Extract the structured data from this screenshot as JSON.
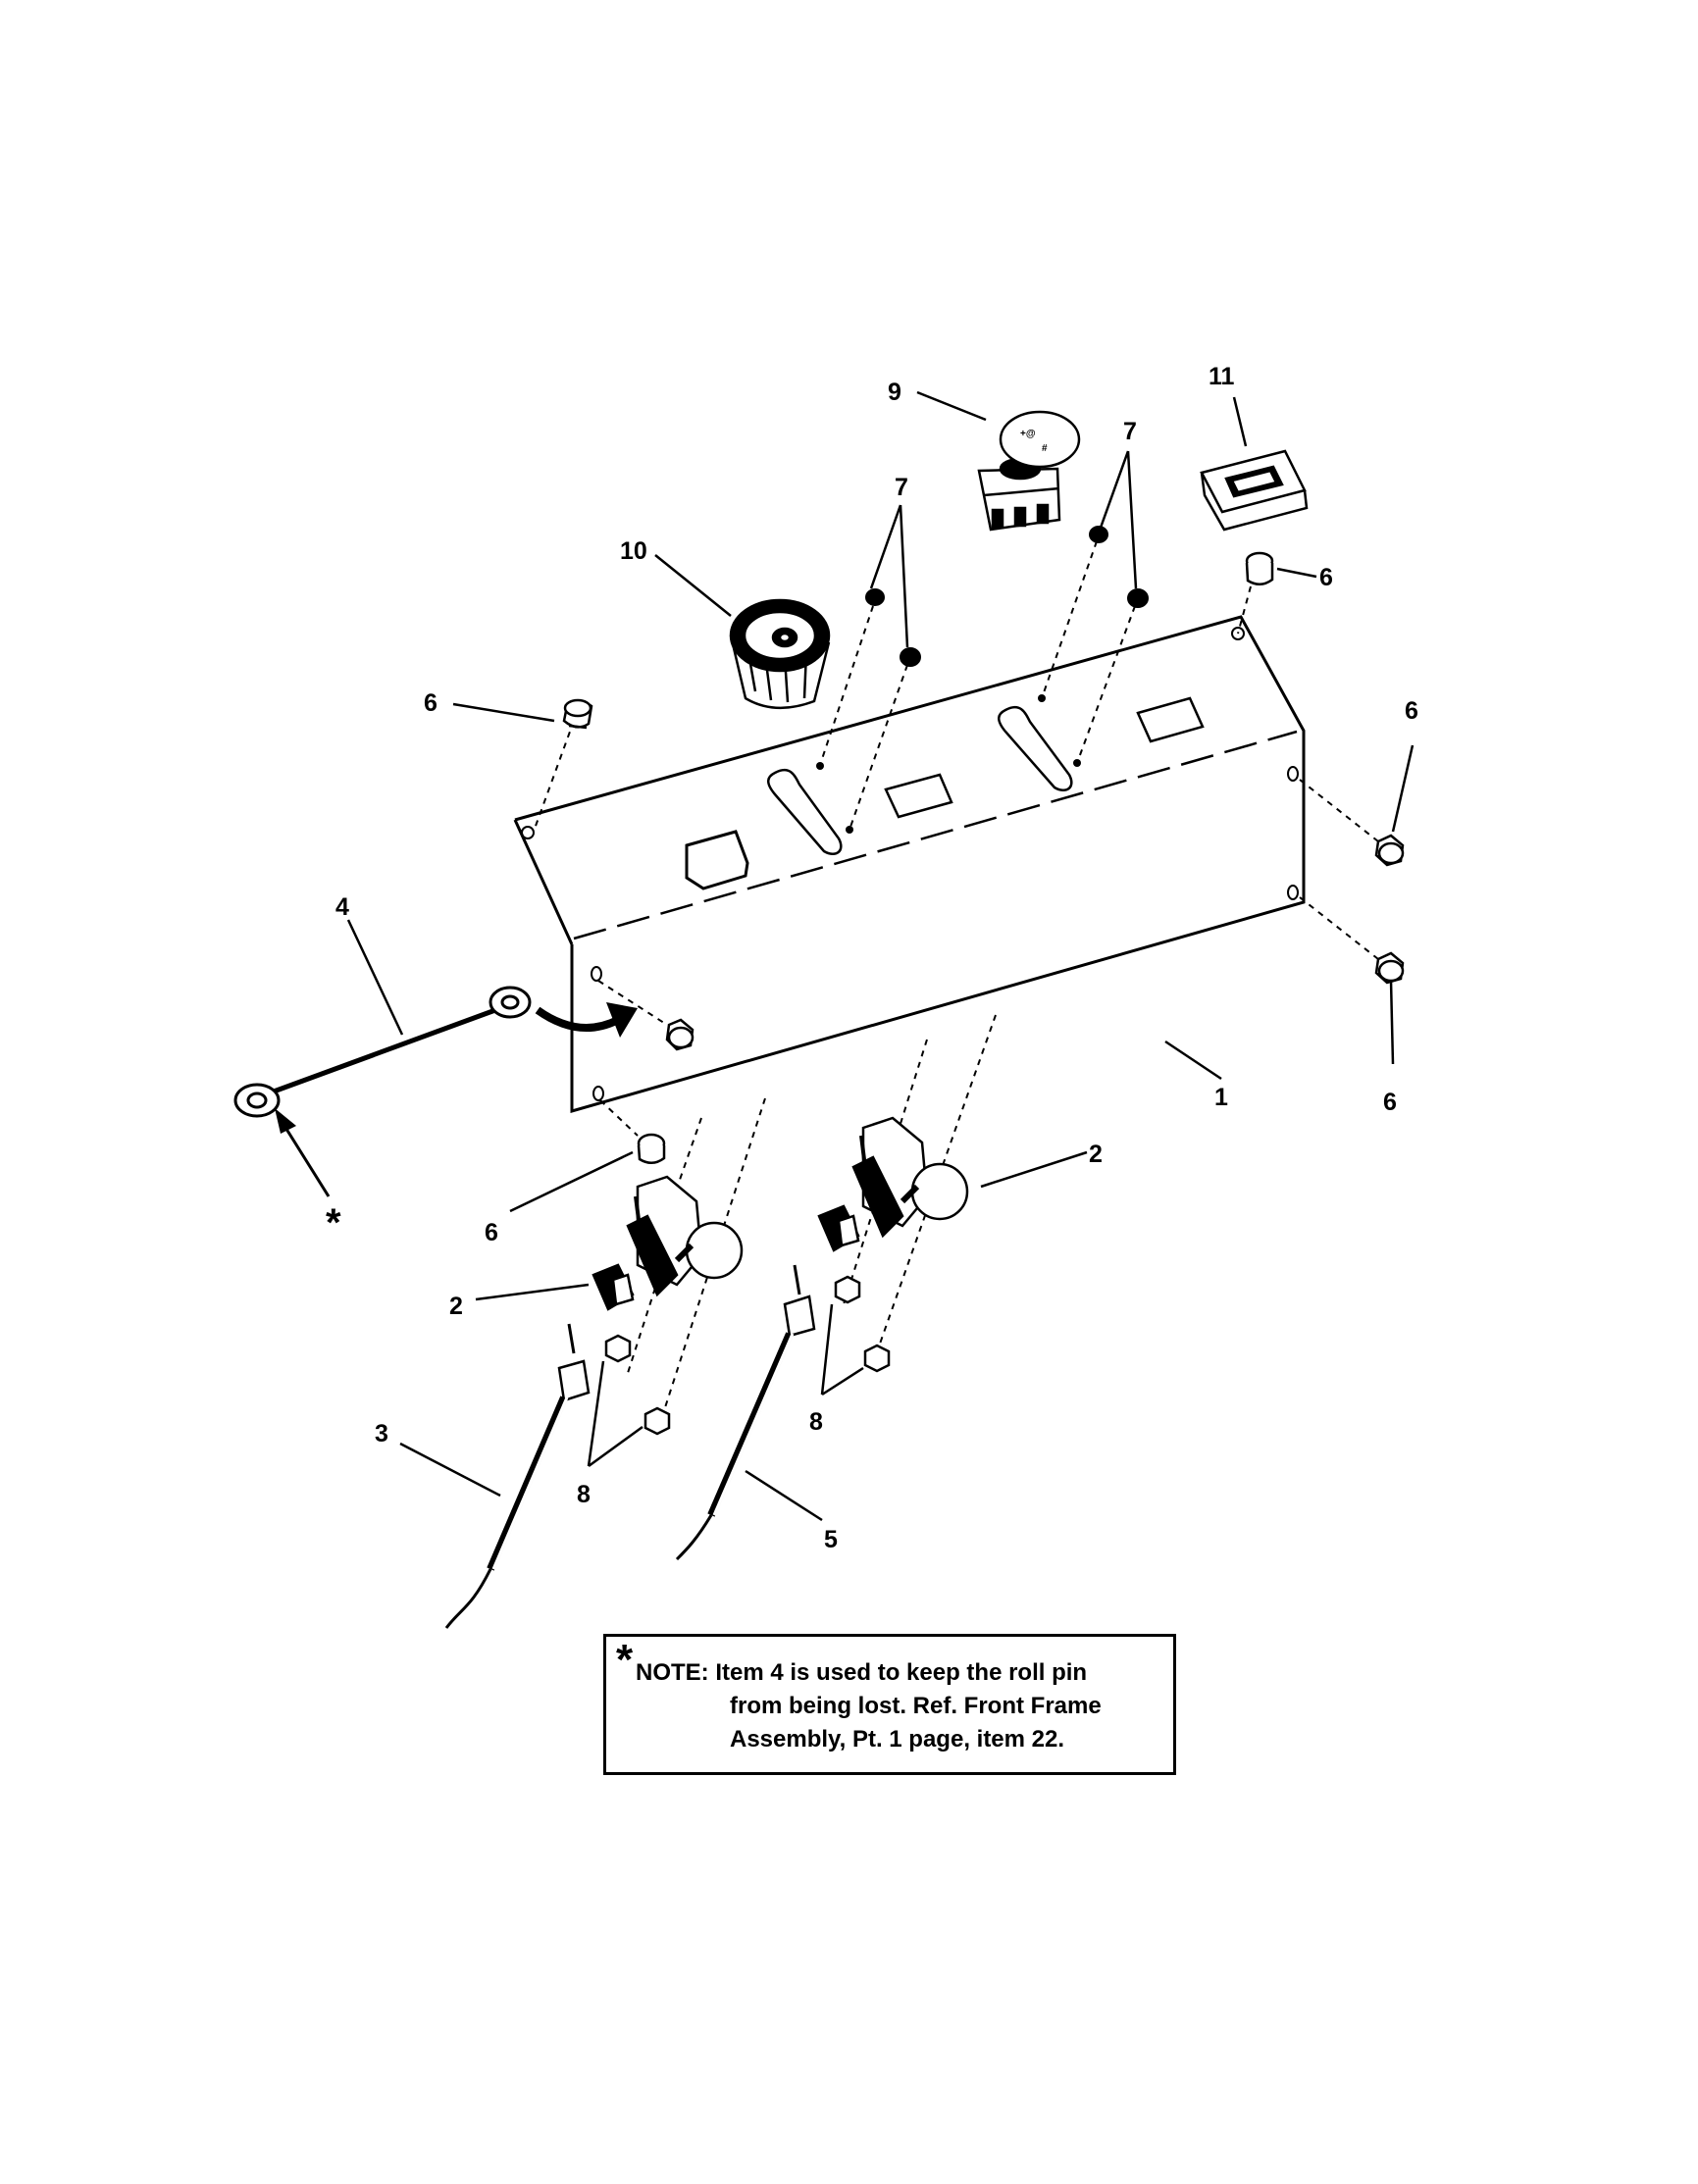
{
  "callouts": {
    "c1": "1",
    "c2a": "2",
    "c2b": "2",
    "c3": "3",
    "c4": "4",
    "c5": "5",
    "c6a": "6",
    "c6b": "6",
    "c6c": "6",
    "c6d": "6",
    "c6e": "6",
    "c7a": "7",
    "c7b": "7",
    "c8a": "8",
    "c8b": "8",
    "c9": "9",
    "c10": "10",
    "c11": "11",
    "star": "*"
  },
  "note": {
    "star": "*",
    "line1": "NOTE: Item 4 is used to keep the roll pin",
    "line2": "from being lost. Ref. Front Frame",
    "line3": "Assembly, Pt. 1 page, item 22."
  }
}
